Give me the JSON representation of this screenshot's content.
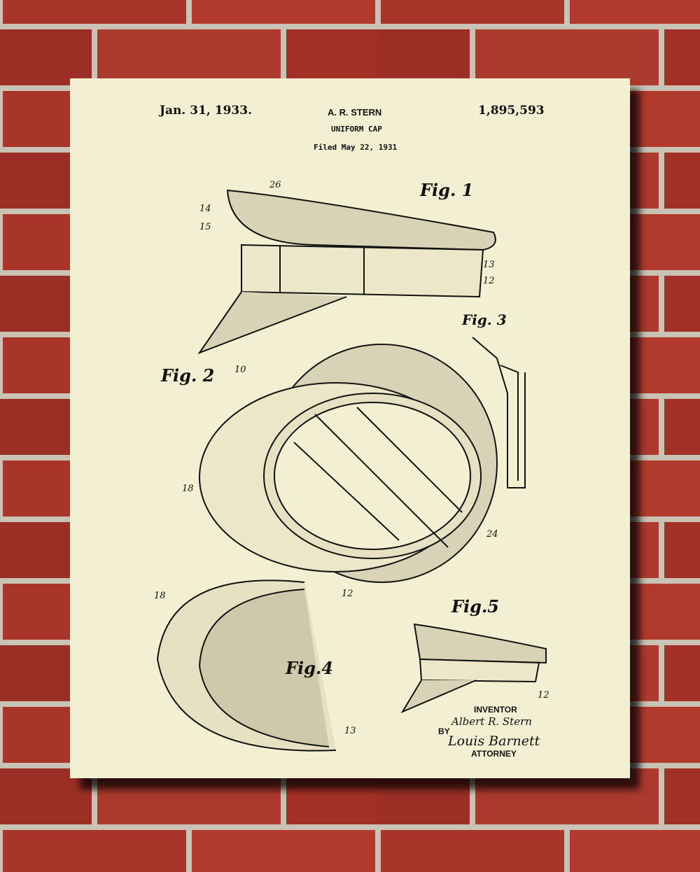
{
  "poster": {
    "date": "Jan. 31, 1933.",
    "inventor_header": "A. R. STERN",
    "title": "UNIFORM CAP",
    "filed": "Filed May 22, 1931",
    "patent_number": "1,895,593",
    "figures": [
      "Fig. 1",
      "Fig. 2",
      "Fig. 3",
      "Fig.4",
      "Fig.5"
    ],
    "inventor_label": "INVENTOR",
    "inventor_name": "Albert R. Stern",
    "by_label": "BY",
    "attorney_signature": "Louis Barnett",
    "attorney_label": "ATTORNEY"
  },
  "colors": {
    "paper": "#f3efd3",
    "brick": "#a8342a",
    "mortar": "#c9c3b6",
    "ink": "#111111"
  }
}
